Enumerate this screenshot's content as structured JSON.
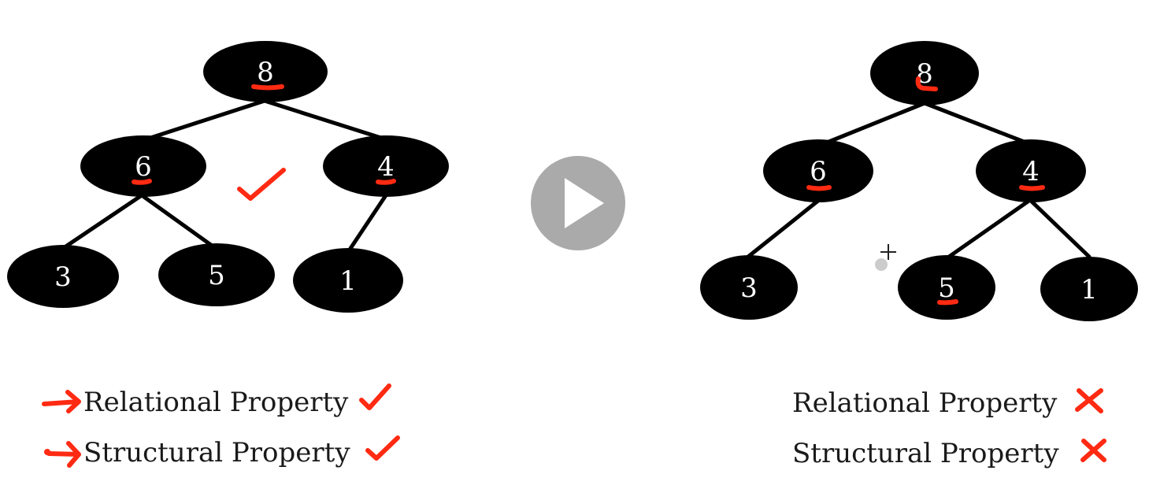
{
  "colors": {
    "node_fill": "#000000",
    "node_text": "#ffffff",
    "annotation": "#ff2a12",
    "play_button": "#aaaaaa"
  },
  "trees": [
    {
      "nodes": [
        {
          "id": "root",
          "label": "8"
        },
        {
          "id": "l",
          "label": "6"
        },
        {
          "id": "r",
          "label": "4"
        },
        {
          "id": "ll",
          "label": "3"
        },
        {
          "id": "lr",
          "label": "5"
        },
        {
          "id": "rl",
          "label": "1"
        }
      ],
      "properties": [
        {
          "label": "Relational Property",
          "result": "check"
        },
        {
          "label": "Structural Property",
          "result": "check"
        }
      ]
    },
    {
      "nodes": [
        {
          "id": "root",
          "label": "8"
        },
        {
          "id": "l",
          "label": "6"
        },
        {
          "id": "r",
          "label": "4"
        },
        {
          "id": "ll",
          "label": "3"
        },
        {
          "id": "rl",
          "label": "5"
        },
        {
          "id": "rr",
          "label": "1"
        }
      ],
      "properties": [
        {
          "label": "Relational Property",
          "result": "cross"
        },
        {
          "label": "Structural Property",
          "result": "cross"
        }
      ]
    }
  ],
  "play_button": {
    "icon": "play-icon"
  }
}
